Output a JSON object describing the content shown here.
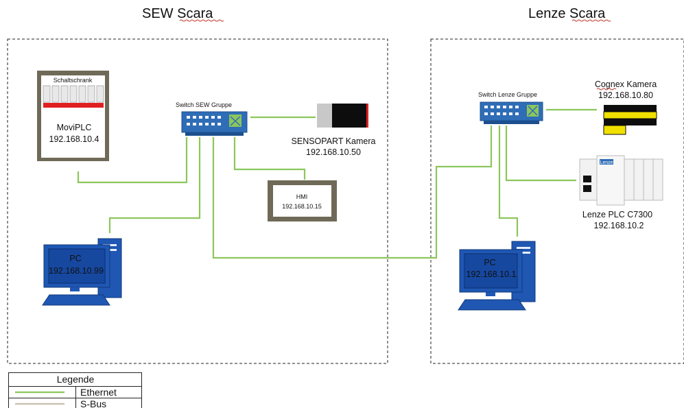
{
  "groups": {
    "sew": {
      "title": "SEW Scara"
    },
    "lenze": {
      "title": "Lenze Scara"
    }
  },
  "sew_devices": {
    "cabinet": {
      "header": "Schaltschrank",
      "name": "MoviPLC",
      "ip": "192.168.10.4"
    },
    "switch": {
      "label": "Switch SEW Gruppe"
    },
    "camera": {
      "name": "SENSOPART Kamera",
      "ip": "192.168.10.50"
    },
    "hmi": {
      "name": "HMI",
      "ip": "192.168.10.15"
    },
    "pc": {
      "name": "PC",
      "ip": "192.168.10.99"
    }
  },
  "lenze_devices": {
    "switch": {
      "label": "Switch Lenze  Gruppe"
    },
    "camera": {
      "name": "Cognex Kamera",
      "ip": "192.168.10.80"
    },
    "plc": {
      "logo": "Lenze",
      "name": "Lenze PLC C7300",
      "ip": "192.168.10.2"
    },
    "pc": {
      "name": "PC",
      "ip": "192.168.10.1"
    }
  },
  "legend": {
    "title": "Legende",
    "items": [
      {
        "label": "Ethernet",
        "color": "#8cc65c"
      },
      {
        "label": "S-Bus",
        "color": "#c8c2b0"
      }
    ]
  },
  "colors": {
    "ethernet": "#8cc65c",
    "switch": "#2f6db6",
    "monitor": "#1f57b3",
    "cabinet_frame": "#6f6a57",
    "red": "#e02020",
    "yellow": "#f0e000"
  }
}
